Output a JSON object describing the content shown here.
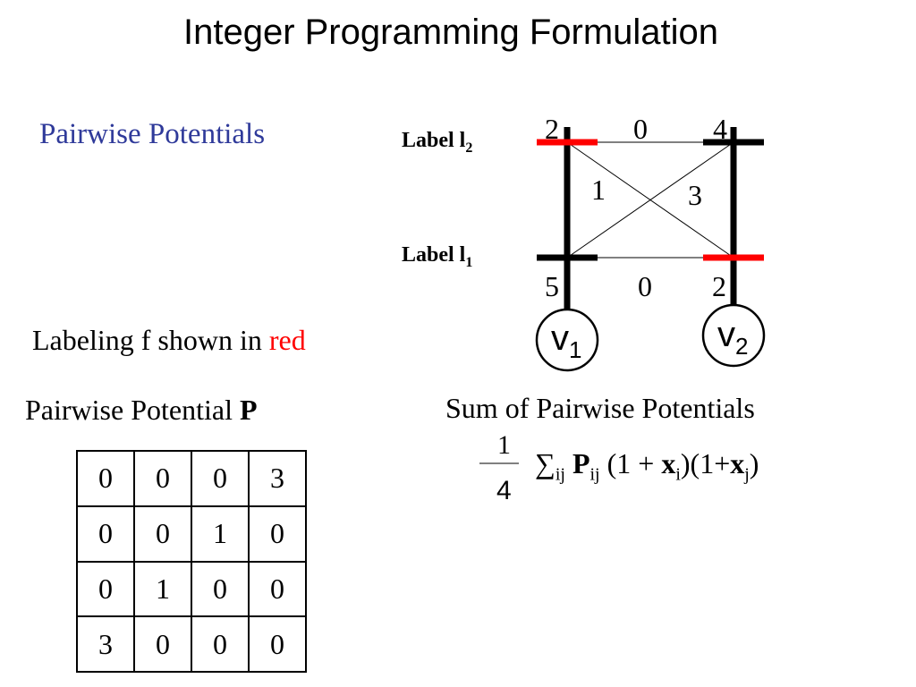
{
  "title": "Integer Programming Formulation",
  "section_title": "Pairwise Potentials",
  "diagram": {
    "label_top": {
      "text": "Label l",
      "sub": "2"
    },
    "label_bottom": {
      "text": "Label l",
      "sub": "1"
    },
    "top_left_value": "2",
    "top_edge_value": "0",
    "top_right_value": "4",
    "cross_value_left": "1",
    "cross_value_right": "3",
    "bottom_left_value": "5",
    "bottom_edge_value": "0",
    "bottom_right_value": "2",
    "var1": {
      "text": "v",
      "sub": "1"
    },
    "var2": {
      "text": "v",
      "sub": "2"
    },
    "colors": {
      "selected": "#ff0000",
      "stroke": "#000000"
    }
  },
  "caption": {
    "text": "Labeling f shown in ",
    "highlight": "red"
  },
  "matrix": {
    "title": "Pairwise Potential ",
    "title_bold": "P",
    "rows": [
      [
        "0",
        "0",
        "0",
        "3"
      ],
      [
        "0",
        "0",
        "1",
        "0"
      ],
      [
        "0",
        "1",
        "0",
        "0"
      ],
      [
        "3",
        "0",
        "0",
        "0"
      ]
    ]
  },
  "sum": {
    "title": "Sum of Pairwise Potentials",
    "frac_num": "1",
    "frac_den": "4",
    "sigma": "∑",
    "sigma_sub": "ij",
    "P": "P",
    "P_sub": "ij",
    "part1": " (1 + ",
    "x": "x",
    "xi_sub": "i",
    "part2": ")(1+",
    "xj_sub": "j",
    "part3": ")"
  }
}
